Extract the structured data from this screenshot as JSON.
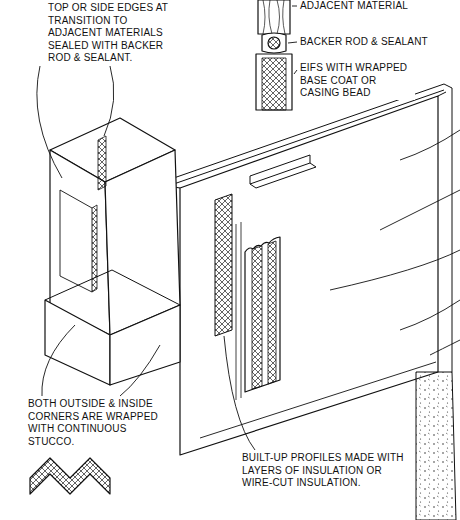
{
  "diagram": {
    "labels": [
      "TOP OR SIDE EDGES AT TRANSITION TO ADJACENT MATERIALS SEALED WITH BACKER ROD & SEALANT.",
      "ADJACENT MATERIAL",
      "BACKER ROD & SEALANT",
      "EIFS WITH WRAPPED BASE COAT OR CASING BEAD",
      "BOTH OUTSIDE & INSIDE CORNERS ARE WRAPPED WITH CONTINUOUS STUCCO.",
      "BUILT-UP PROFILES MADE WITH LAYERS OF INSULATION OR WIRE-CUT INSULATION."
    ]
  }
}
